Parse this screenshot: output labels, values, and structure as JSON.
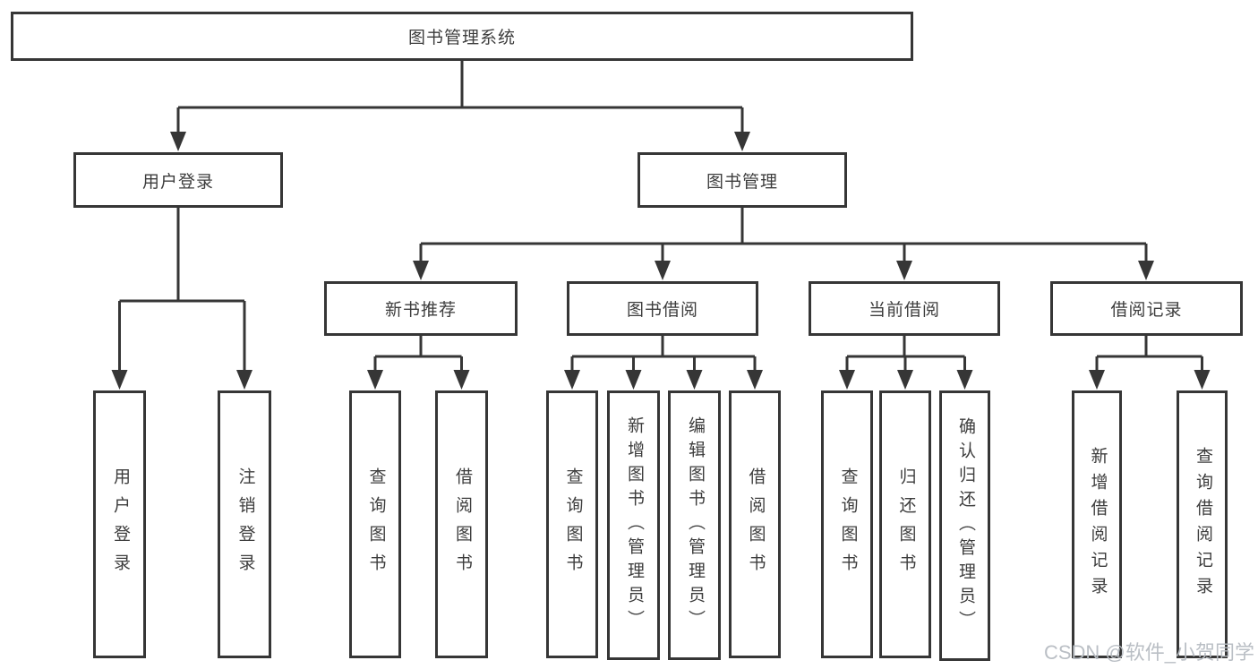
{
  "diagram": {
    "tree": {
      "label": "图书管理系统",
      "children": [
        {
          "label": "用户登录",
          "children": [
            {
              "label": "用户登录"
            },
            {
              "label": "注销登录"
            }
          ]
        },
        {
          "label": "图书管理",
          "children": [
            {
              "label": "新书推荐",
              "children": [
                {
                  "label": "查询图书"
                },
                {
                  "label": "借阅图书"
                }
              ]
            },
            {
              "label": "图书借阅",
              "children": [
                {
                  "label": "查询图书"
                },
                {
                  "label": "新增图书（管理员）"
                },
                {
                  "label": "编辑图书（管理员）"
                },
                {
                  "label": "借阅图书"
                }
              ]
            },
            {
              "label": "当前借阅",
              "children": [
                {
                  "label": "查询图书"
                },
                {
                  "label": "归还图书"
                },
                {
                  "label": "确认归还（管理员）"
                }
              ]
            },
            {
              "label": "借阅记录",
              "children": [
                {
                  "label": "新增借阅记录"
                },
                {
                  "label": "查询借阅记录"
                }
              ]
            }
          ]
        }
      ]
    },
    "colors": {
      "line": "#363636",
      "text": "#3d3d3d",
      "background": "#ffffff",
      "watermark": "#b7bcc2"
    }
  },
  "watermark": {
    "text": "CSDN @软件_小贺同学"
  }
}
